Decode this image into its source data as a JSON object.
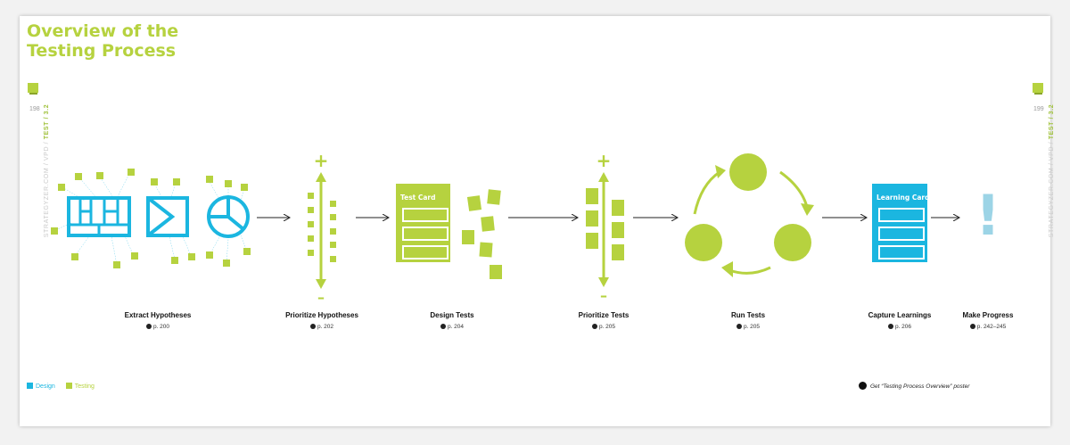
{
  "title": {
    "line1": "Overview of the",
    "line2": "Testing Process"
  },
  "page_numbers": {
    "left": "198",
    "right": "199"
  },
  "side_text": {
    "prefix": "STRATEGYZER.COM / VPD / ",
    "section": "TEST / 3.2"
  },
  "cards": {
    "test_card": "Test Card",
    "learning_card": "Learning Card"
  },
  "steps": [
    {
      "name": "Extract Hypotheses",
      "ref": "p. 200"
    },
    {
      "name": "Prioritize Hypotheses",
      "ref": "p. 202"
    },
    {
      "name": "Design Tests",
      "ref": "p. 204"
    },
    {
      "name": "Prioritize Tests",
      "ref": "p. 205"
    },
    {
      "name": "Run Tests",
      "ref": "p. 205"
    },
    {
      "name": "Capture Learnings",
      "ref": "p. 206"
    },
    {
      "name": "Make Progress",
      "ref": "p. 242–245"
    }
  ],
  "symbols": {
    "plus": "+",
    "minus": "–",
    "exclaim": "!"
  },
  "legend": [
    {
      "label": "Design",
      "color": "#1bb6e0"
    },
    {
      "label": "Testing",
      "color": "#b6d23f"
    }
  ],
  "poster_note": "Get “Testing Process Overview” poster",
  "colors": {
    "accent_green": "#b6d23f",
    "accent_blue": "#1bb6e0",
    "exclaim_blue": "#9cd4e6"
  }
}
